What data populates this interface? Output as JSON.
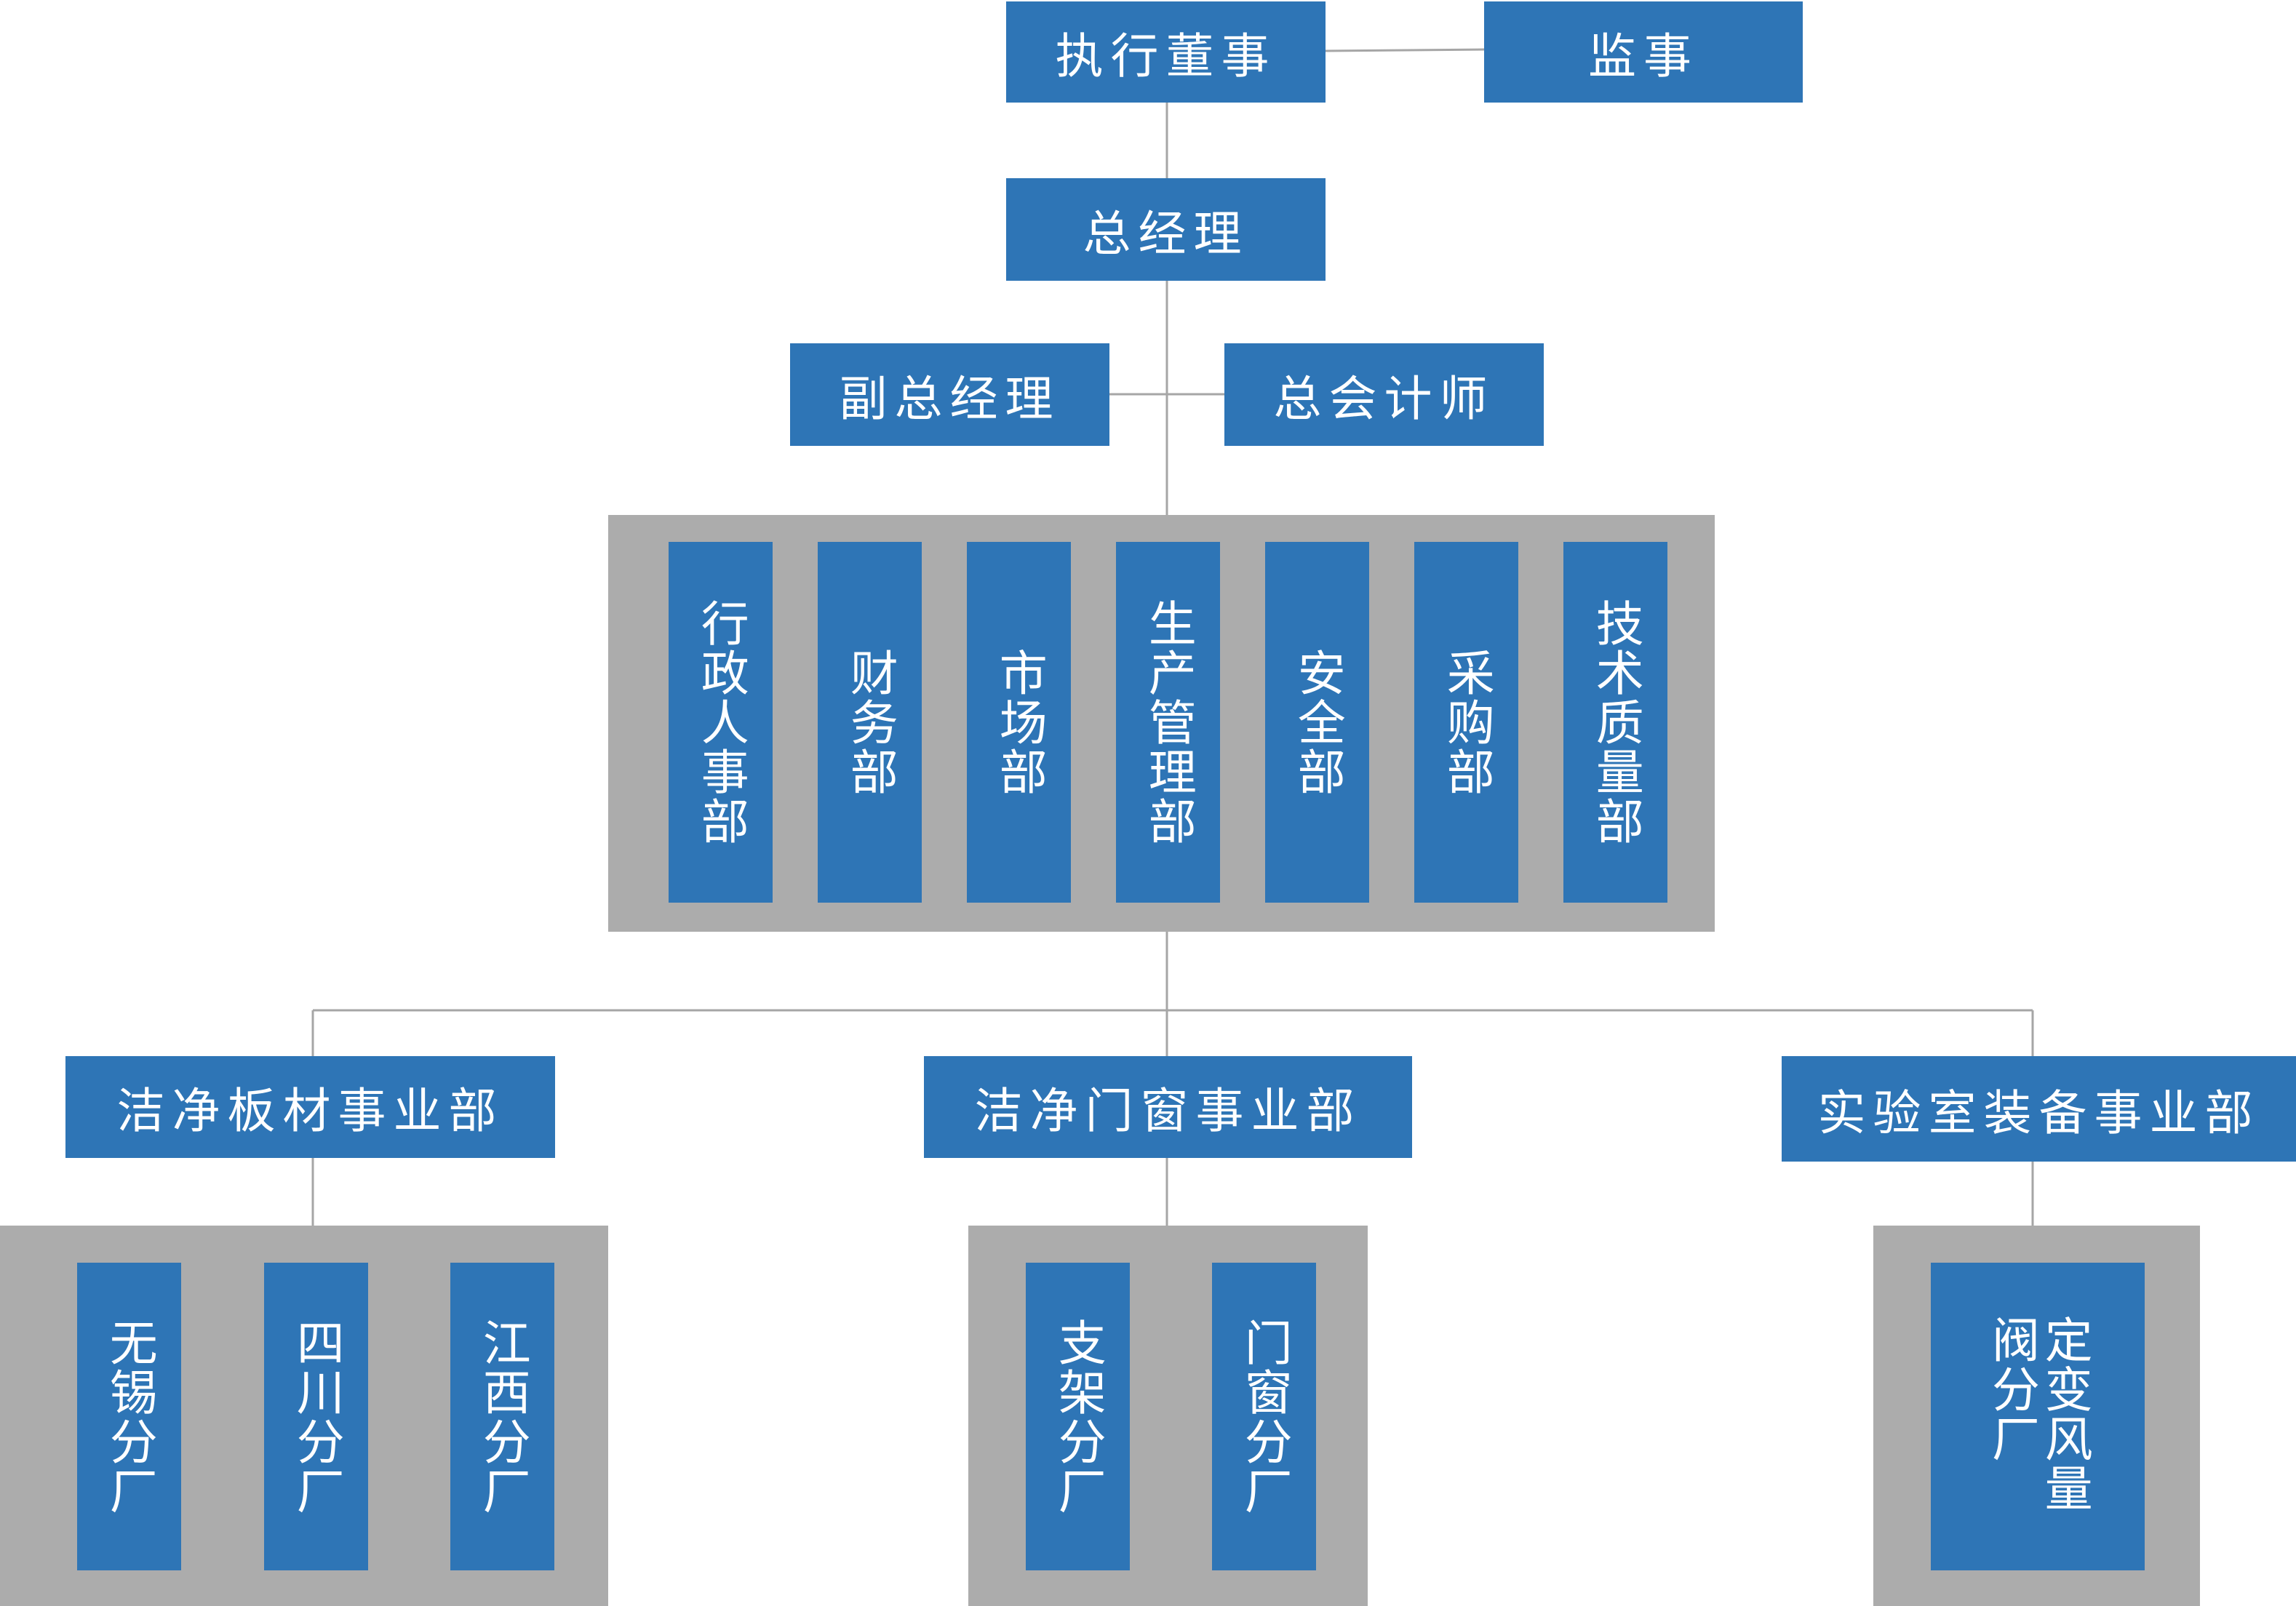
{
  "colors": {
    "box": "#2e75b6",
    "panel": "#acacac",
    "line": "#a6a6a6",
    "text": "#ffffff"
  },
  "top": {
    "director": "执行董事",
    "supervisor": "监事"
  },
  "manager": "总经理",
  "deputies": {
    "vice_gm": "副总经理",
    "chief_accountant": "总会计师"
  },
  "departments": [
    "行政人事部",
    "财务部",
    "市场部",
    "生产管理部",
    "安全部",
    "采购部",
    "技术质量部"
  ],
  "divisions": {
    "panel": {
      "name": "洁净板材事业部",
      "factories": [
        "无锡分厂",
        "四川分厂",
        "江西分厂"
      ]
    },
    "window": {
      "name": "洁净门窗事业部",
      "factories": [
        "支架分厂",
        "门窗分厂"
      ]
    },
    "lab": {
      "name": "实验室装备事业部",
      "factories": [
        "定变风量阀分厂"
      ]
    }
  }
}
